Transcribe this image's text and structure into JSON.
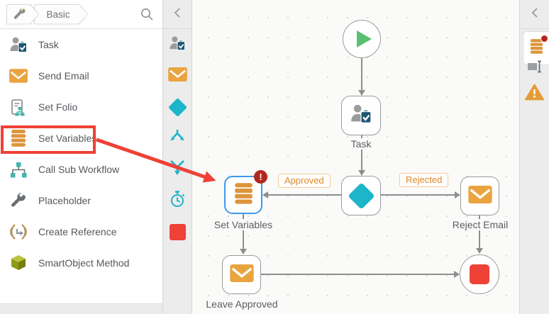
{
  "left_panel": {
    "breadcrumb": {
      "root_icon": "tools-icon",
      "items": [
        {
          "label": "Basic"
        }
      ]
    },
    "items": [
      {
        "label": "Task",
        "icon": "task-icon"
      },
      {
        "label": "Send Email",
        "icon": "email-icon"
      },
      {
        "label": "Set Folio",
        "icon": "folio-icon"
      },
      {
        "label": "Set Variables",
        "icon": "set-variables-icon",
        "highlighted": true
      },
      {
        "label": "Call Sub Workflow",
        "icon": "sub-workflow-icon"
      },
      {
        "label": "Placeholder",
        "icon": "wrench-icon"
      },
      {
        "label": "Create Reference",
        "icon": "reference-icon"
      },
      {
        "label": "SmartObject Method",
        "icon": "cube-icon"
      }
    ]
  },
  "toolbox_strip": {
    "icons": [
      "task-icon",
      "email-icon",
      "decision-icon",
      "split-icon",
      "merge-icon",
      "timer-icon",
      "end-icon"
    ]
  },
  "canvas": {
    "nodes": {
      "start": {
        "type": "start",
        "icon": "play-icon"
      },
      "task": {
        "label": "Task",
        "icon": "task-icon"
      },
      "decision": {
        "type": "decision",
        "icon": "diamond-icon"
      },
      "set_variables": {
        "label": "Set Variables",
        "icon": "set-variables-icon",
        "selected": true,
        "error_badge": "!"
      },
      "reject_email": {
        "label": "Reject Email",
        "icon": "email-icon"
      },
      "leave_approved": {
        "label": "Leave Approved",
        "icon": "email-icon"
      },
      "end": {
        "type": "end",
        "icon": "stop-icon"
      }
    },
    "edge_labels": {
      "approved": "Approved",
      "rejected": "Rejected"
    }
  },
  "right_panel": {
    "items": [
      "set-variables-properties",
      "rename",
      "errors-warning"
    ]
  },
  "colors": {
    "accent_teal": "#1db5c9",
    "accent_orange": "#e9a440",
    "bars_orange": "#dd953c",
    "start_green": "#5abf70",
    "end_red": "#ee4237",
    "error_badge_red": "#b3271e",
    "selected_blue": "#3f99e8",
    "connector_gray": "#8e8e8e",
    "edge_label_orange": "#df8a2b",
    "warning_orange": "#e49b36",
    "annotation_red": "#ef4136"
  }
}
